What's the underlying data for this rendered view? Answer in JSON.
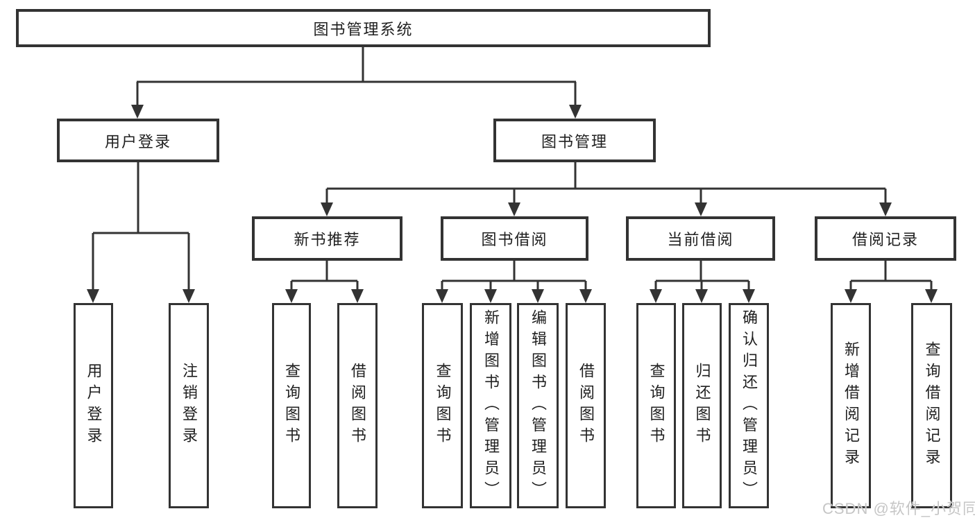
{
  "root": {
    "label": "图书管理系统"
  },
  "level2": {
    "user_login": "用户登录",
    "book_mgmt": "图书管理"
  },
  "level3": {
    "new_book": "新书推荐",
    "borrow": "图书借阅",
    "current": "当前借阅",
    "records": "借阅记录"
  },
  "leaves": {
    "login": "用户登录",
    "logout": "注销登录",
    "nb_query": "查询图书",
    "nb_borrow": "借阅图书",
    "bw_query": "查询图书",
    "bw_add": "新增图书（管理员）",
    "bw_edit": "编辑图书（管理员）",
    "bw_borrow": "借阅图书",
    "cur_query": "查询图书",
    "cur_return": "归还图书",
    "cur_confirm": "确认归还（管理员）",
    "rec_add": "新增借阅记录",
    "rec_query": "查询借阅记录"
  },
  "watermark": "CSDN @软件_小贺同学",
  "colors": {
    "line": "#333333",
    "text": "#1f1f1f",
    "background": "#ffffff",
    "watermark": "#c6c6c6"
  }
}
